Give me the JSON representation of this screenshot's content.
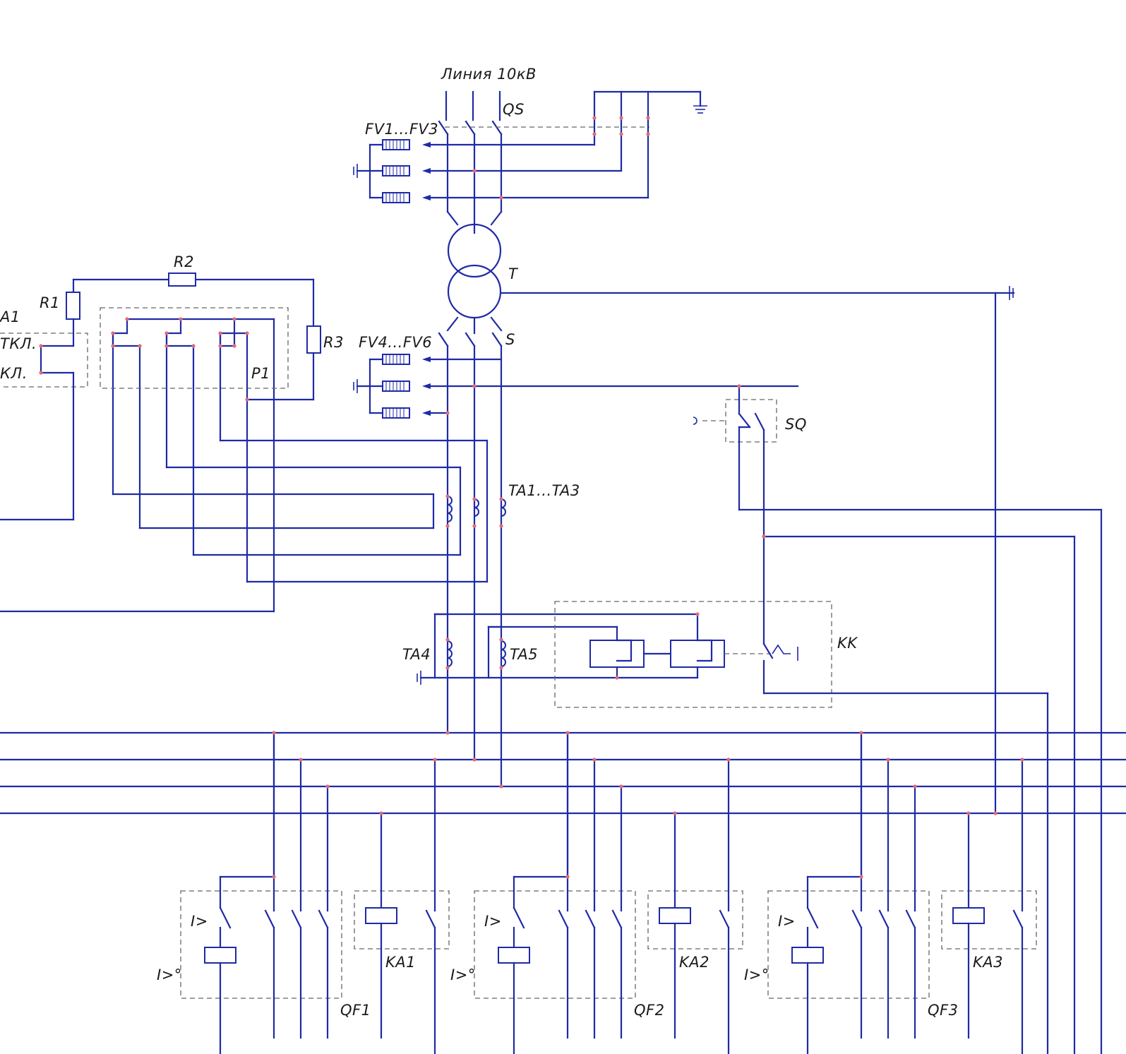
{
  "colors": {
    "wire": "#1f2aa6",
    "frame": "#666666",
    "node": "#e06b78",
    "background": "#ffffff"
  },
  "labels": {
    "line": "Линия 10кВ",
    "qs": "QS",
    "fv1": "FV1...FV3",
    "fv4": "FV4...FV6",
    "t": "T",
    "s": "S",
    "r1": "R1",
    "r2": "R2",
    "r3": "R3",
    "p1": "P1",
    "a1": "A1",
    "otkl": "ТКЛ.",
    "vkl": "КЛ.",
    "sq": "SQ",
    "ta13": "TA1...TA3",
    "ta4": "TA4",
    "ta5": "TA5",
    "kk": "KK",
    "qf1": "QF1",
    "qf2": "QF2",
    "qf3": "QF3",
    "ka1": "KA1",
    "ka2": "KA2",
    "ka3": "KA3",
    "overcurrent": "I>",
    "overcurrent_release": "I>°"
  }
}
